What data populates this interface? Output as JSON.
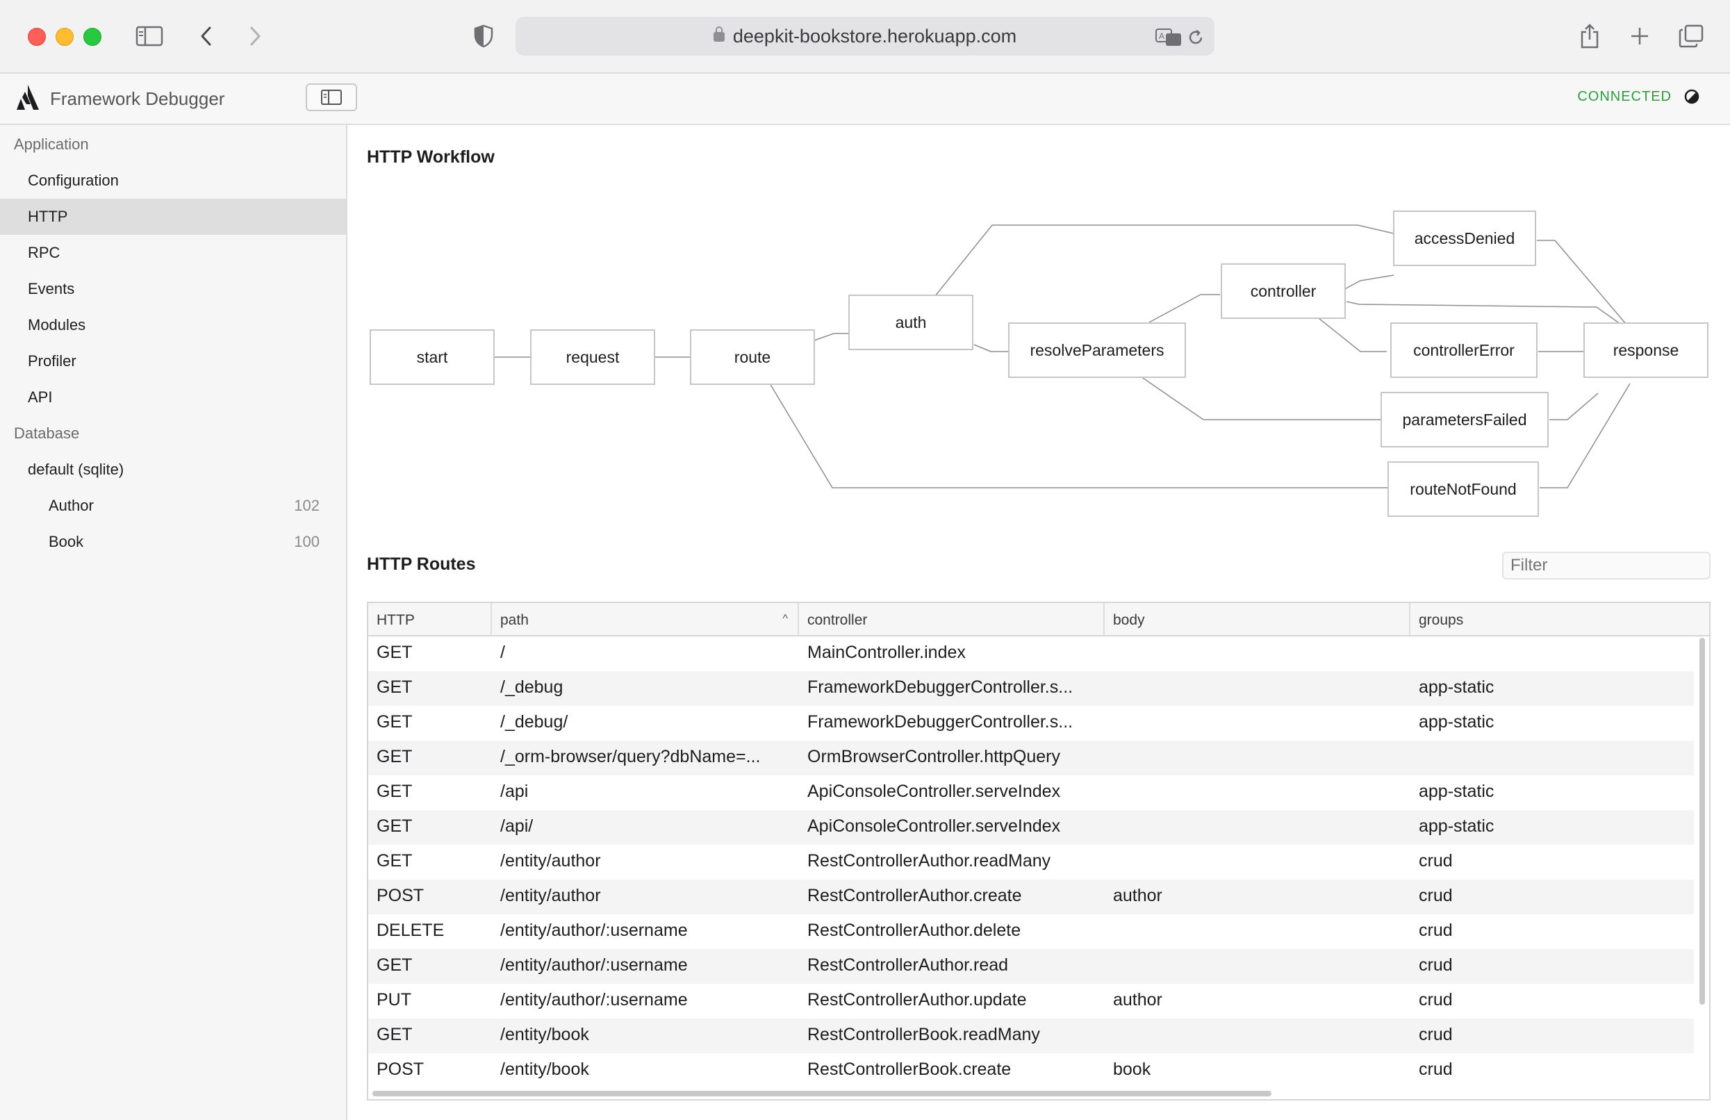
{
  "browser": {
    "url": "deepkit-bookstore.herokuapp.com",
    "icons": [
      "sidebar-icon",
      "back-icon",
      "forward-icon",
      "shield-icon",
      "lock-icon",
      "translate-icon",
      "reload-icon",
      "share-icon",
      "new-tab-icon",
      "tabs-icon"
    ]
  },
  "header": {
    "title": "Framework Debugger",
    "status": "CONNECTED",
    "status_color": "#2a9d3a"
  },
  "sidebar": {
    "items": [
      {
        "label": "Application",
        "kind": "group"
      },
      {
        "label": "Configuration",
        "kind": "item"
      },
      {
        "label": "HTTP",
        "kind": "item",
        "active": true
      },
      {
        "label": "RPC",
        "kind": "item"
      },
      {
        "label": "Events",
        "kind": "item"
      },
      {
        "label": "Modules",
        "kind": "item"
      },
      {
        "label": "Profiler",
        "kind": "item"
      },
      {
        "label": "API",
        "kind": "item"
      },
      {
        "label": "Database",
        "kind": "group"
      },
      {
        "label": "default (sqlite)",
        "kind": "item"
      },
      {
        "label": "Author",
        "kind": "subitem",
        "count": "102"
      },
      {
        "label": "Book",
        "kind": "subitem",
        "count": "100"
      }
    ]
  },
  "workflow": {
    "title": "HTTP Workflow",
    "nodes": [
      "start",
      "request",
      "route",
      "auth",
      "resolveParameters",
      "controller",
      "accessDenied",
      "controllerError",
      "parametersFailed",
      "routeNotFound",
      "response"
    ]
  },
  "routes": {
    "title": "HTTP Routes",
    "filter_placeholder": "Filter",
    "columns": [
      "HTTP",
      "path",
      "controller",
      "body",
      "groups"
    ],
    "sort_indicator": "^",
    "rows": [
      [
        "GET",
        "/",
        "MainController.index",
        "",
        ""
      ],
      [
        "GET",
        "/_debug",
        "FrameworkDebuggerController.s...",
        "",
        "app-static"
      ],
      [
        "GET",
        "/_debug/",
        "FrameworkDebuggerController.s...",
        "",
        "app-static"
      ],
      [
        "GET",
        "/_orm-browser/query?dbName=...",
        "OrmBrowserController.httpQuery",
        "",
        ""
      ],
      [
        "GET",
        "/api",
        "ApiConsoleController.serveIndex",
        "",
        "app-static"
      ],
      [
        "GET",
        "/api/",
        "ApiConsoleController.serveIndex",
        "",
        "app-static"
      ],
      [
        "GET",
        "/entity/author",
        "RestControllerAuthor.readMany",
        "",
        "crud"
      ],
      [
        "POST",
        "/entity/author",
        "RestControllerAuthor.create",
        "author",
        "crud"
      ],
      [
        "DELETE",
        "/entity/author/:username",
        "RestControllerAuthor.delete",
        "",
        "crud"
      ],
      [
        "GET",
        "/entity/author/:username",
        "RestControllerAuthor.read",
        "",
        "crud"
      ],
      [
        "PUT",
        "/entity/author/:username",
        "RestControllerAuthor.update",
        "author",
        "crud"
      ],
      [
        "GET",
        "/entity/book",
        "RestControllerBook.readMany",
        "",
        "crud"
      ],
      [
        "POST",
        "/entity/book",
        "RestControllerBook.create",
        "book",
        "crud"
      ]
    ]
  }
}
